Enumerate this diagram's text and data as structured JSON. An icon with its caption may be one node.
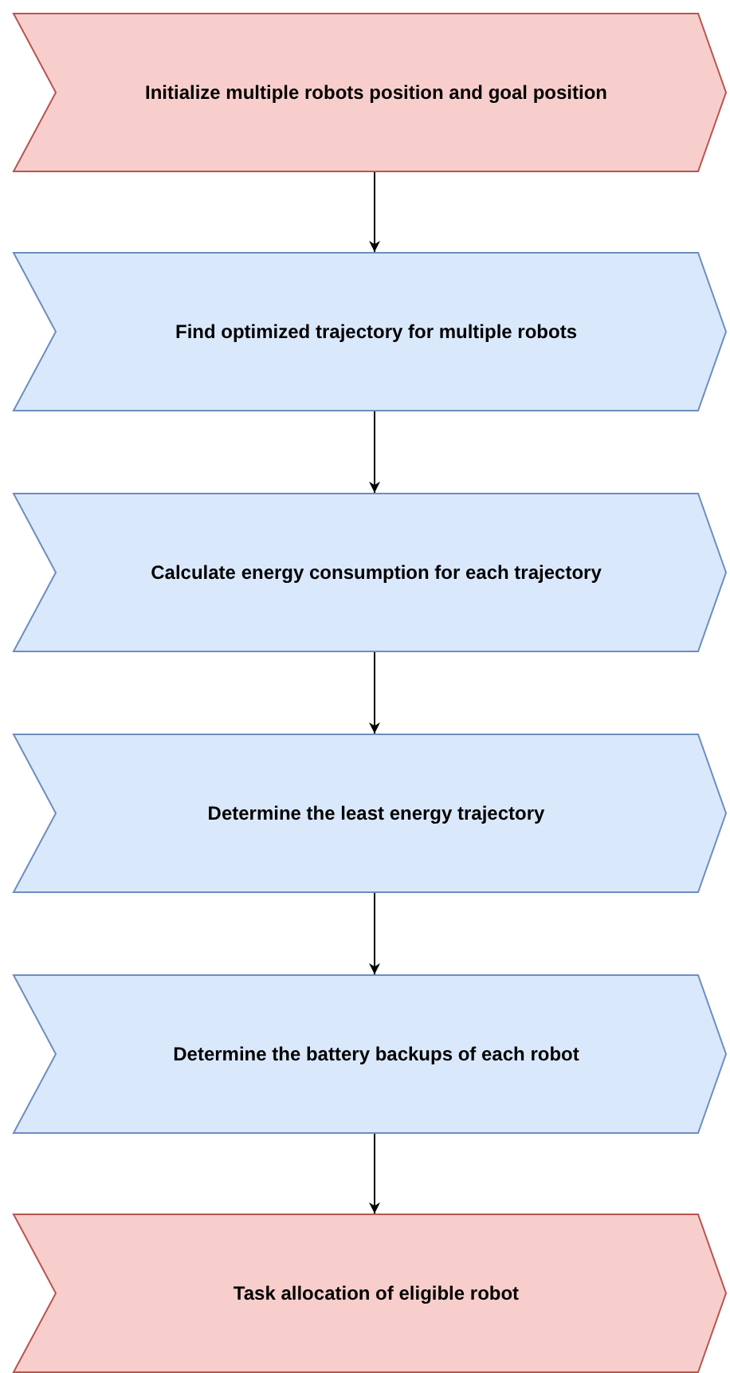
{
  "diagram": {
    "nodes": [
      {
        "text": [
          "Initialize multiple robots position and goal position"
        ]
      },
      {
        "text": [
          "Find optimized trajectory for multiple robots"
        ]
      },
      {
        "text": [
          "Calculate energy consumption for each trajectory"
        ]
      },
      {
        "text": [
          "Determine the least energy trajectory"
        ]
      },
      {
        "text": [
          "Determine the battery backups of each robot"
        ]
      },
      {
        "text": [
          "Task allocation of eligible robot"
        ]
      }
    ],
    "edges": [
      {
        "from": 0,
        "to": 1,
        "arrow": "to"
      },
      {
        "from": 1,
        "to": 2,
        "arrow": "to"
      },
      {
        "from": 2,
        "to": 3,
        "arrow": "to"
      },
      {
        "from": 3,
        "to": 4,
        "arrow": "to"
      },
      {
        "from": 4,
        "to": 5,
        "arrow": "to"
      }
    ]
  }
}
